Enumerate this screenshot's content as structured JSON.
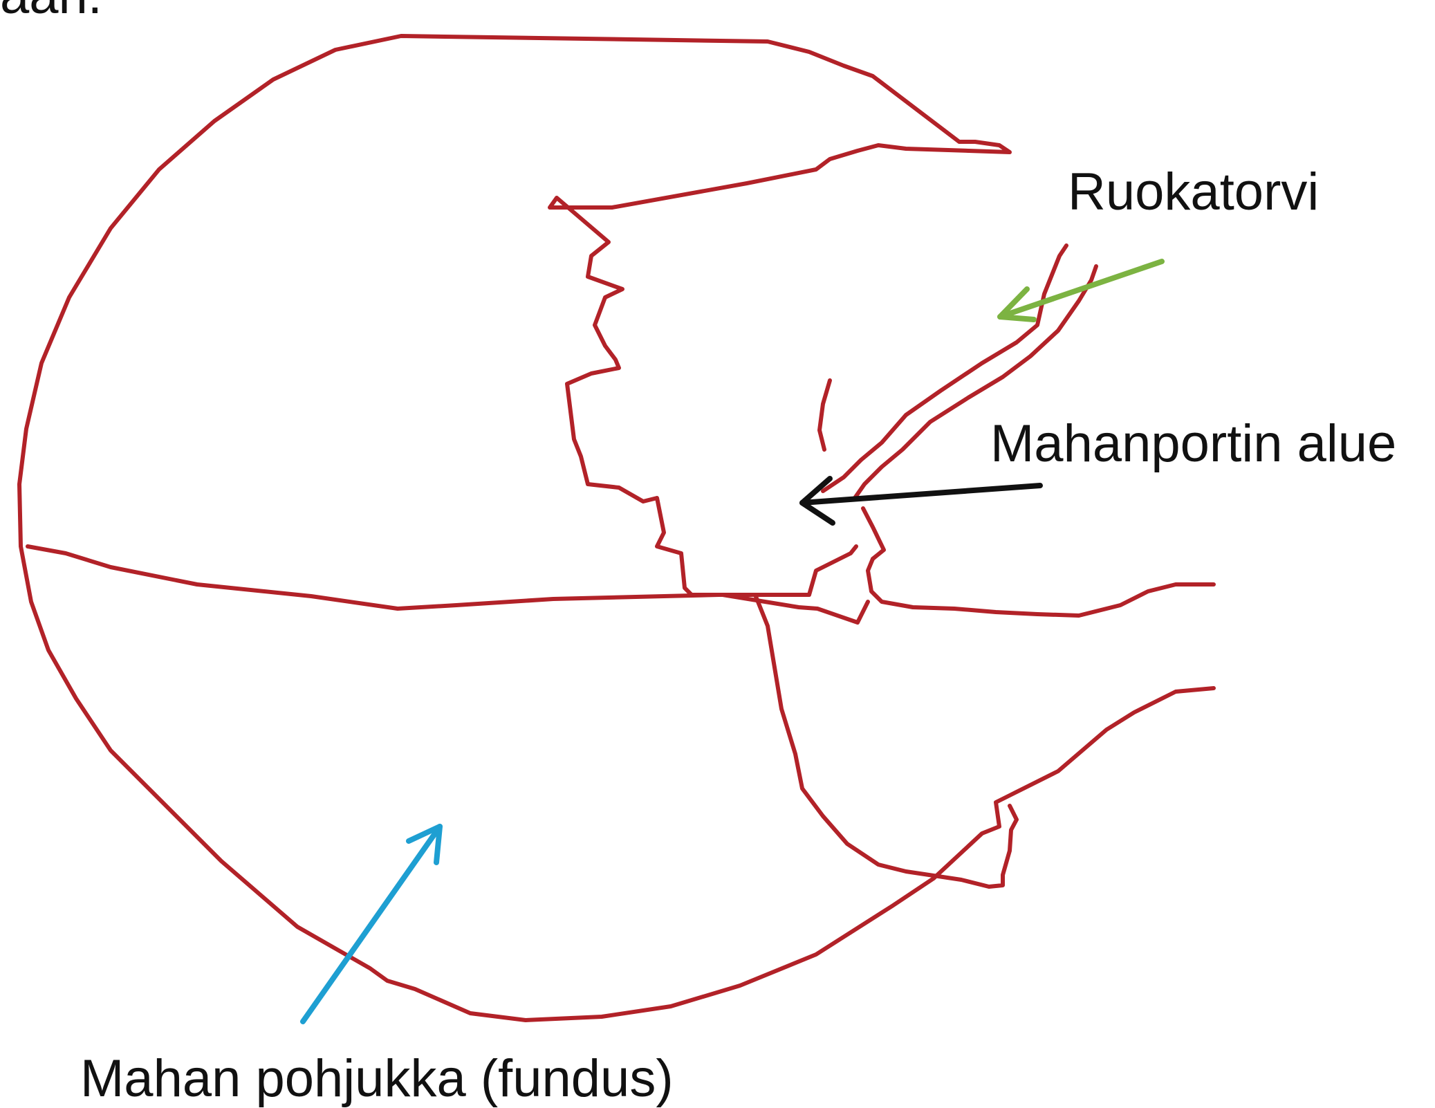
{
  "labels": {
    "top_fragment": "aan.",
    "ruokatorvi": "Ruokatorvi",
    "mahanportti": "Mahanportin alue",
    "fundus": "Mahan pohjukka (fundus)"
  },
  "colors": {
    "outline": "#b22228",
    "arrow_ruokatorvi": "#7cb342",
    "arrow_mahanportti": "#111111",
    "arrow_fundus": "#1e9fd2"
  }
}
